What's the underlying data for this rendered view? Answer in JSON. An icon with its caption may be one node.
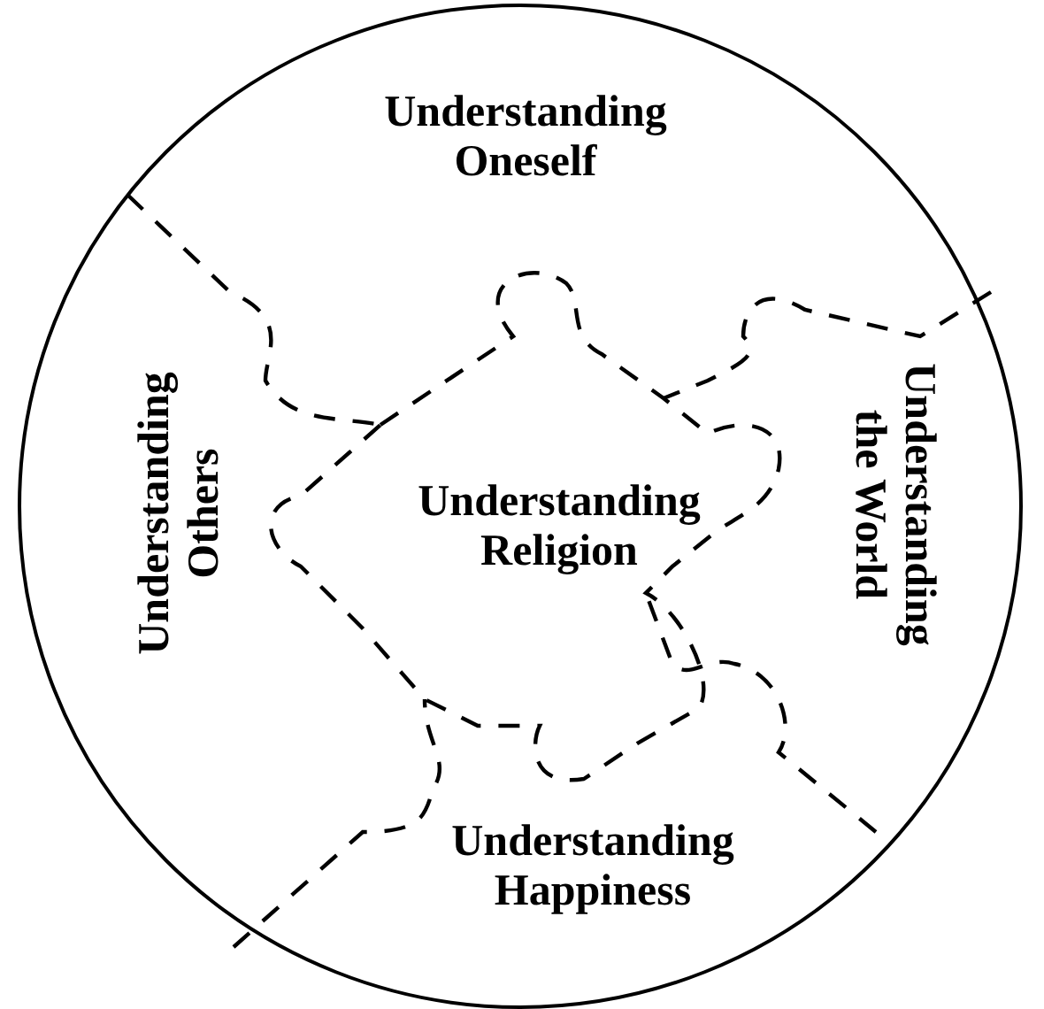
{
  "diagram": {
    "nodes": [
      {
        "text": [],
        "shape": "circle"
      },
      {
        "text": [
          "Understanding Oneself"
        ],
        "in": 0
      },
      {
        "text": [
          "Understanding Others"
        ],
        "in": 0
      },
      {
        "text": [
          "Understanding Religion"
        ],
        "in": 0
      },
      {
        "text": [
          "Understanding the World"
        ],
        "in": 0
      },
      {
        "text": [
          "Understanding Happiness"
        ],
        "in": 0
      }
    ],
    "edges": []
  }
}
